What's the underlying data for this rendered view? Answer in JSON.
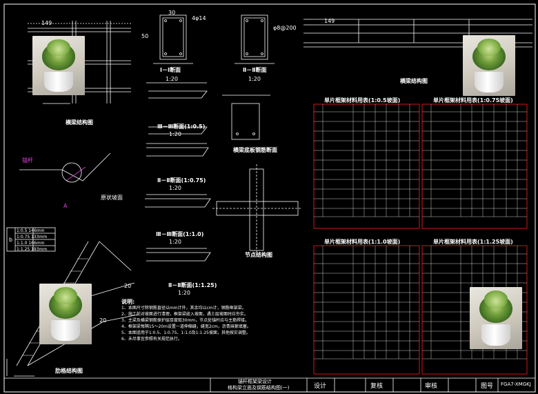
{
  "texts": {
    "d_149_left": "149",
    "d_149_right": "149",
    "d_50": "50",
    "d_30": "30",
    "d_20_1": "20",
    "d_20_2": "20",
    "d_4f14": "4φ14",
    "d_phi8": "φ8@200",
    "sec1": "Ⅰ－Ⅰ断面",
    "sec1_scale": "1:20",
    "sec2": "Ⅱ－Ⅱ断面",
    "sec2_scale": "1:20",
    "sec3": "Ⅲ－Ⅲ断面(1:0.5)",
    "sec3_scale": "1:20",
    "sec4": "Ⅱ－Ⅱ断面(1:0.75)",
    "sec4_scale": "1:20",
    "sec5": "Ⅲ－Ⅲ断面(1:1.0)",
    "sec5_scale": "1:20",
    "sec6": "Ⅱ－Ⅱ断面(1:1.25)",
    "sec6_scale": "1:20",
    "beam_plan": "横梁结构图",
    "beam_plan2": "横梁结构图",
    "joint": "节点结构图",
    "frame": "肋格结构图",
    "beam_sect": "横梁底板钢筋断面",
    "bolt_label": "锚杆",
    "slope_label": "原状坡面",
    "a_label": "A",
    "b_label": "b",
    "ratio_0": "1:0.5  146mm",
    "ratio_1": "1:0.75 133mm",
    "ratio_2": "1:1.0  166mm",
    "ratio_3": "1:1.25 193mm",
    "t1": "单片框架材料用表(1:0.5坡面)",
    "t2": "单片框架材料用表(1:0.75坡面)",
    "t3": "单片框架材料用表(1:1.0坡面)",
    "t4": "单片框架材料用表(1:1.25坡面)",
    "notes_title": "说明:",
    "title_main": "锚杆框架梁设计",
    "title_sub": "格构梁立面及钢筋结构图(一)",
    "tb_design": "设计",
    "tb_check": "复核",
    "tb_review": "审核",
    "tb_no": "图号",
    "tb_code": "FGA7-XMGKJ"
  },
  "notes": [
    "1、本图尺寸除钢筋直径以mm计外，其余均以cm计，钢筋框架梁。",
    "2、施工前对坡面进行清理，框架梁嵌入坡面，遇土层坡面时应夯实。",
    "3、主梁及横梁钢筋保护层厚度取30mm，节点处锚杆应与主筋焊接。",
    "4、框架梁每隔15～20m设置一道伸缩缝，缝宽2cm，沥青麻絮填塞。",
    "5、本图适用于1:0.5、1:0.75、1:1.0及1:1.25坡面，其他按实调整。",
    "6、未尽事宜参照有关规范执行。"
  ],
  "colors": {
    "background": "#000000",
    "line": "#ffffff",
    "table_border": "#d01818",
    "accent_magenta": "#e040e0"
  },
  "icons": [
    "succulent-photo"
  ]
}
